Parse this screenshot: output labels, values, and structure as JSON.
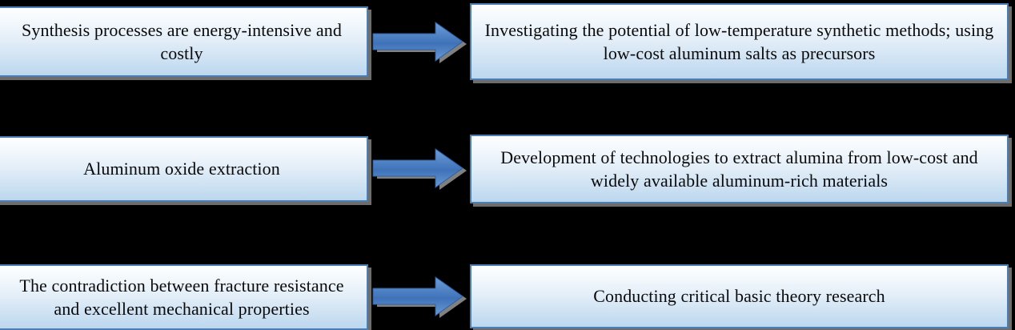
{
  "diagram": {
    "type": "flow",
    "background_color": "#000000",
    "box_border_color": "#4a7eb5",
    "box_gradient_top": "#fdfeff",
    "box_gradient_bottom": "#bcd7ee",
    "arrow_color": "#4a7ec0",
    "arrow_shadow_color": "#808080",
    "text_color": "#0a0a0a",
    "rows": [
      {
        "problem": "Synthesis processes are energy-intensive and costly",
        "connector": "right-arrow",
        "solution": "Investigating the potential of low-temperature synthetic methods; using low-cost aluminum salts as precursors"
      },
      {
        "problem": "Aluminum oxide extraction",
        "connector": "right-arrow",
        "solution": "Development of technologies to extract alumina from low-cost and widely available aluminum-rich materials"
      },
      {
        "problem": "The contradiction between fracture resistance and excellent mechanical properties",
        "connector": "right-arrow",
        "solution": "Conducting critical basic theory research"
      }
    ]
  }
}
